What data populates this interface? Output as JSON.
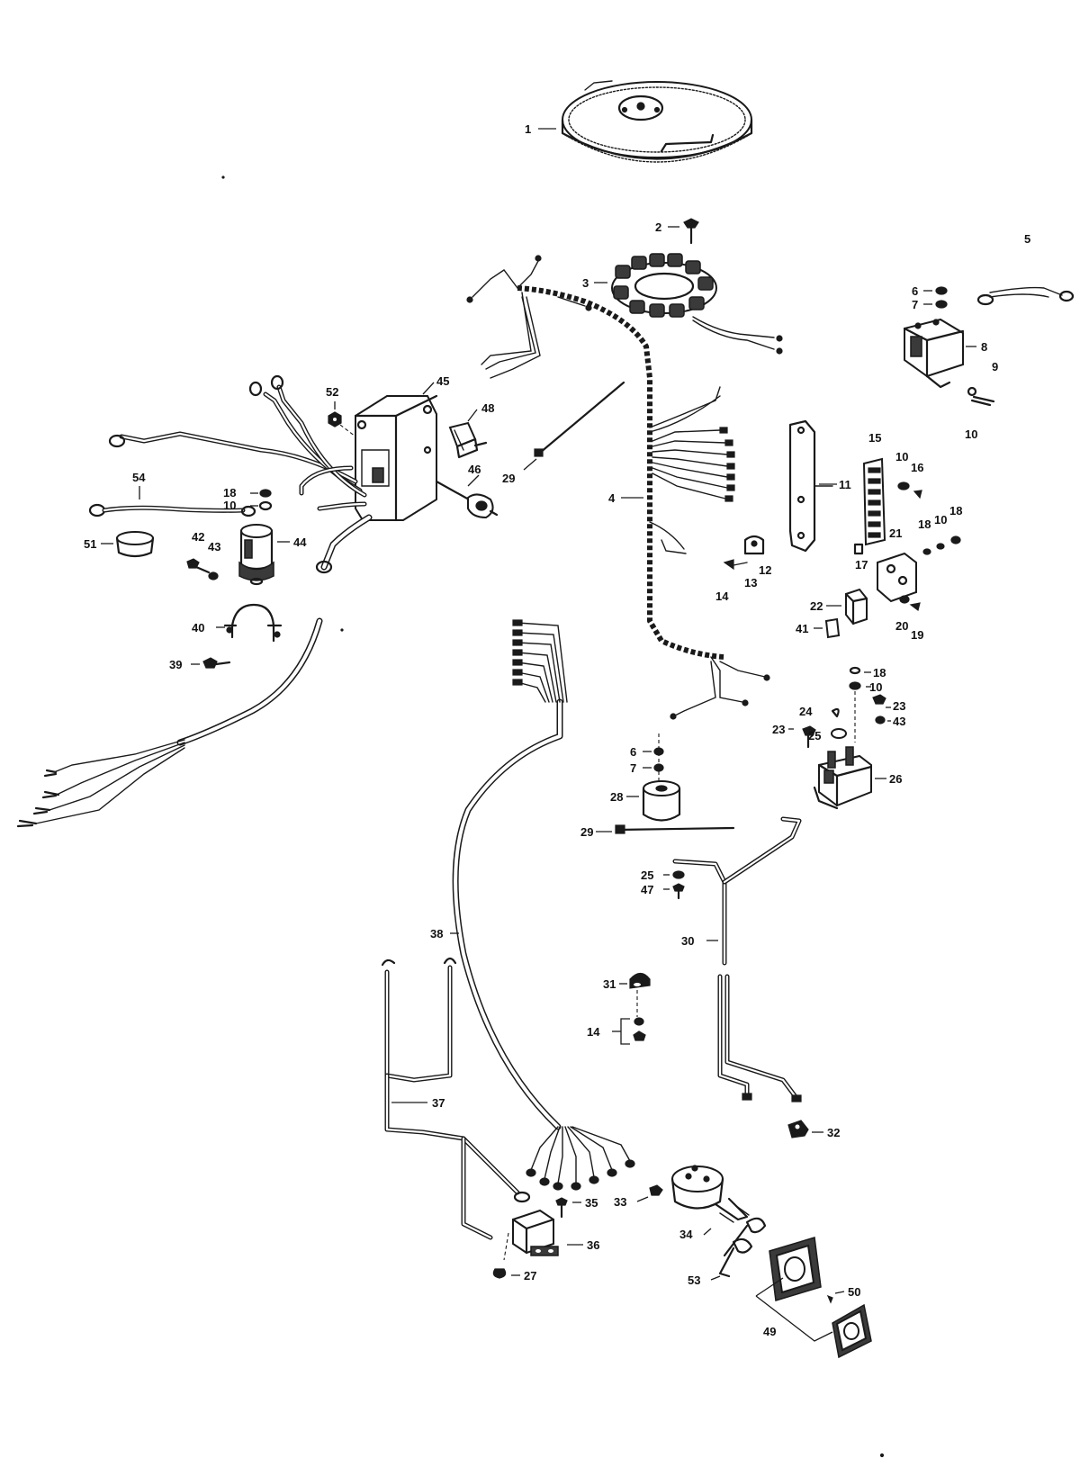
{
  "callouts": {
    "c1": "1",
    "c2": "2",
    "c3": "3",
    "c4": "4",
    "c5": "5",
    "c6a": "6",
    "c7a": "7",
    "c8": "8",
    "c9": "9",
    "c10a": "10",
    "c11": "11",
    "c12": "12",
    "c13": "13",
    "c14a": "14",
    "c15": "15",
    "c10b": "10",
    "c16": "16",
    "c17": "17",
    "c18a": "18",
    "c10c": "10",
    "c18b": "18",
    "c21": "21",
    "c22": "22",
    "c41": "41",
    "c20": "20",
    "c19": "19",
    "c18c": "18",
    "c10d": "10",
    "c23a": "23",
    "c24": "24",
    "c23b": "23",
    "c25a": "25",
    "c43a": "43",
    "c26": "26",
    "c6b": "6",
    "c7b": "7",
    "c28": "28",
    "c29a": "29",
    "c25b": "25",
    "c47": "47",
    "c30": "30",
    "c31": "31",
    "c14b": "14",
    "c32": "32",
    "c33": "33",
    "c34": "34",
    "c53": "53",
    "c50": "50",
    "c49": "49",
    "c35": "35",
    "c36": "36",
    "c27": "27",
    "c37": "37",
    "c38": "38",
    "c29b": "29",
    "c45": "45",
    "c52": "52",
    "c48": "48",
    "c46": "46",
    "c54": "54",
    "c18d": "18",
    "c10e": "10",
    "c44": "44",
    "c42": "42",
    "c43b": "43",
    "c51": "51",
    "c40": "40",
    "c39": "39"
  }
}
